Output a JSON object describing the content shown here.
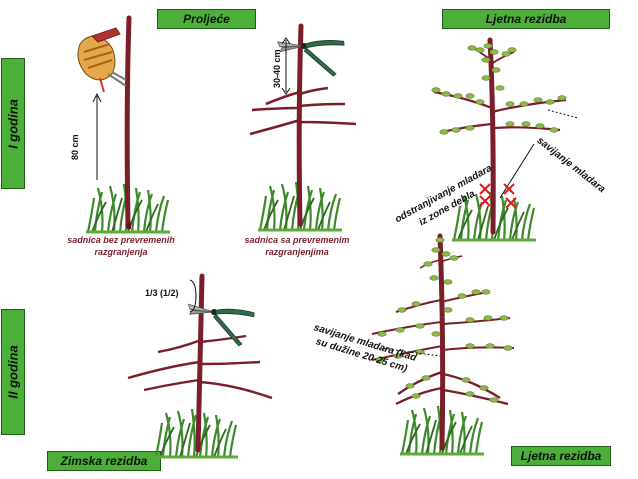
{
  "labels": {
    "year_one": "I godina",
    "year_two": "II godina",
    "spring": "Proljeće",
    "summer_pruning_top": "Ljetna rezidba",
    "winter_pruning": "Zimska rezidba",
    "summer_pruning_bottom": "Ljetna rezidba"
  },
  "captions": {
    "seedling_no_branches": "sadnica bez prevremenih razgranjenja",
    "seedling_with_branches": "sadnica sa prevremenim razgranjenjima"
  },
  "measurements": {
    "height_80": "80 cm",
    "height_30_40": "30-40 cm",
    "cut_fraction": "1/3 (1/2)"
  },
  "annotations": {
    "bending_shoots": "savijanje mladara",
    "removing_shoots_line1": "odstranjivanje mladara",
    "removing_shoots_line2": "iz zone debla",
    "bending_shoots_length_line1": "savijanje mladara (kad",
    "bending_shoots_length_line2": "su dužine 20-25 cm)"
  },
  "colors": {
    "label_green": "#4caf3a",
    "trunk": "#7a1e2a",
    "leaf": "#8db84a",
    "grass": "#3d8a2a",
    "mark_red": "#e01818",
    "shears_blade": "#b8b8b8",
    "shears_handle": "#2f6b4a"
  }
}
